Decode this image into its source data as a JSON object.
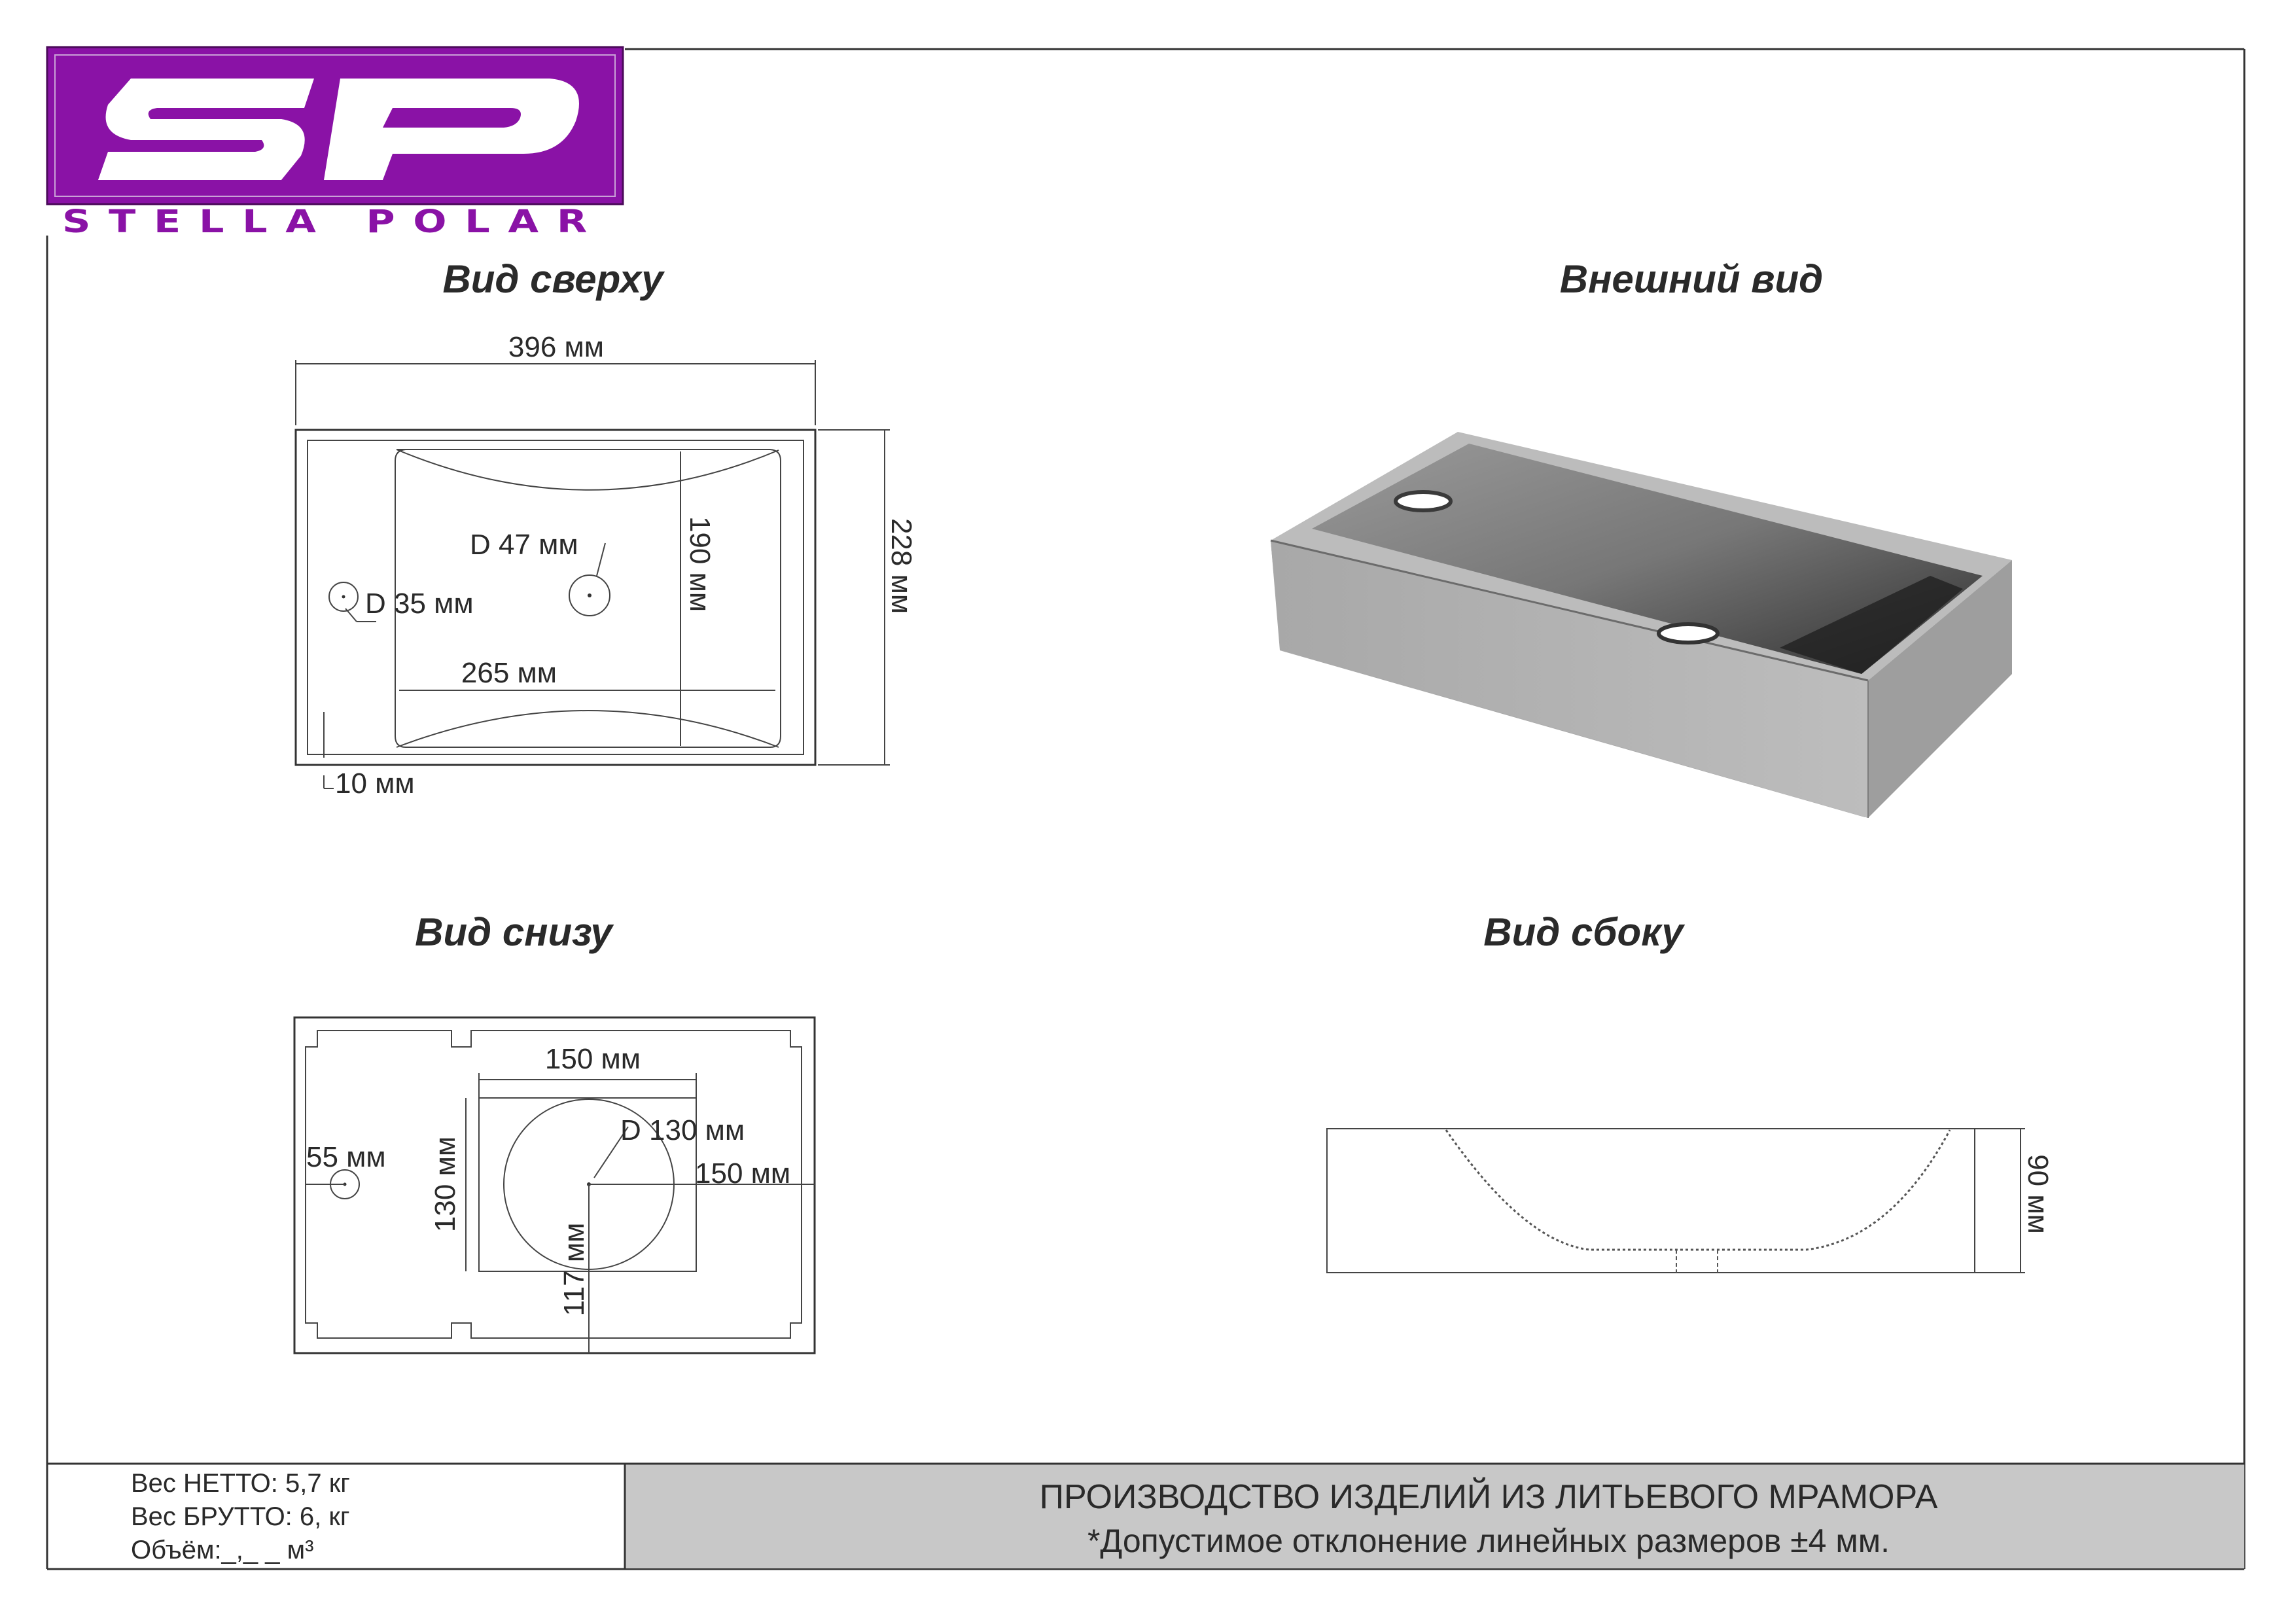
{
  "brand": {
    "monogram": "SP",
    "name": "STELLA POLAR",
    "colors": {
      "purple": "#8a12a6",
      "dark_purple": "#6a0a82"
    }
  },
  "views": {
    "top": {
      "title": "Вид сверху",
      "width": "396 мм",
      "depth": "228 мм",
      "bowl_depth": "190 мм",
      "bowl_width": "265 мм",
      "drain": "D 47 мм",
      "tap_hole": "D 35 мм",
      "rim": "10 мм"
    },
    "exterior": {
      "title": "Внешний вид"
    },
    "bottom": {
      "title": "Вид снизу",
      "rect_width": "150 мм",
      "circle": "D 130 мм",
      "rect_offset": "150 мм",
      "rect_height": "130 мм",
      "offset_vertical": "117 мм",
      "hole_offset": "55 мм"
    },
    "side": {
      "title": "Вид сбоку",
      "height": "90 мм"
    }
  },
  "footer": {
    "weight_net": "Вес НЕТТО: 5,7 кг",
    "weight_gross": "Вес БРУТТО: 6, кг",
    "volume": "Объём:_,_ _ м³",
    "production": "ПРОИЗВОДСТВО ИЗДЕЛИЙ ИЗ ЛИТЬЕВОГО МРАМОРА",
    "tolerance": "*Допустимое отклонение линейных размеров ±4 мм.",
    "panel_color": "#c8c8c8"
  }
}
